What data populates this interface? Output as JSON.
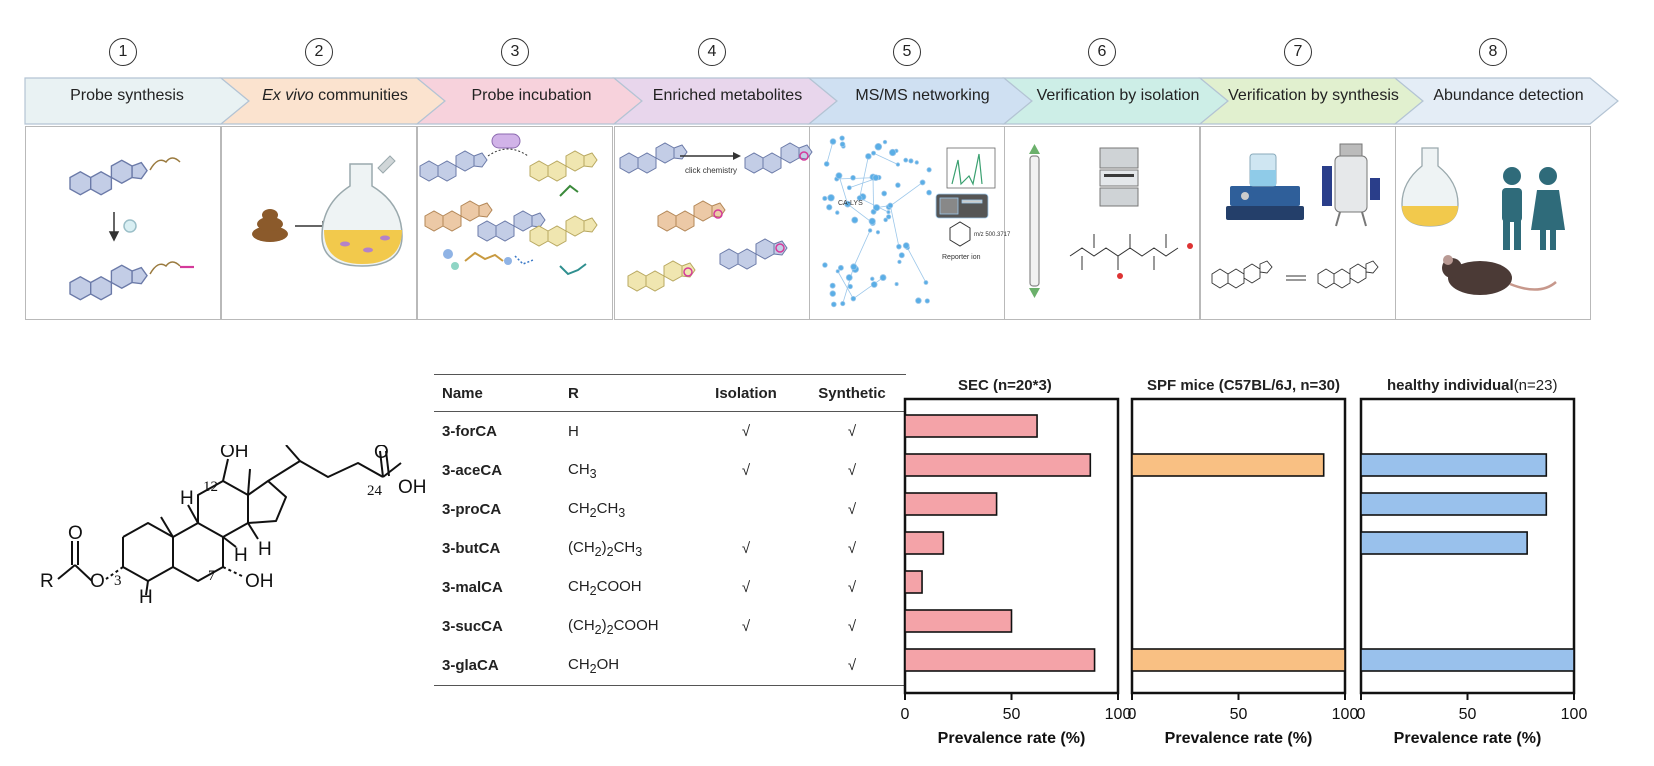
{
  "workflow": {
    "steps": [
      {
        "num": "1",
        "title": "Probe  synthesis"
      },
      {
        "num": "2",
        "title_italic": "Ex vivo",
        "title": "communities"
      },
      {
        "num": "3",
        "title": "Probe incubation"
      },
      {
        "num": "4",
        "title": "Enriched metabolites"
      },
      {
        "num": "5",
        "title": "MS/MS networking"
      },
      {
        "num": "6",
        "title": "Verification by isolation"
      },
      {
        "num": "7",
        "title": "Verification by synthesis"
      },
      {
        "num": "8",
        "title": "Abundance detection"
      }
    ],
    "colors": [
      "#e9f2f3",
      "#fbe3cf",
      "#f7d2dc",
      "#e8d6ec",
      "#cfe0f2",
      "#cdeee7",
      "#e1f0cf",
      "#e4edf6"
    ],
    "labels": {
      "click_chemistry": "click chemistry",
      "ca_lys": "CA-LYS",
      "mz": "m/z 500.3717",
      "reporter_ion": "Reporter ion"
    }
  },
  "structure": {
    "atoms": {
      "oh12": "OH",
      "oh7": "OH",
      "oh24": "OH",
      "o_keto": "O",
      "o_ester_dbl": "O",
      "o_ester": "O",
      "r": "R",
      "h8": "H",
      "h9": "H",
      "h14": "H",
      "h5": "H"
    },
    "locants": {
      "c3": "3",
      "c7": "7",
      "c12": "12",
      "c24": "24"
    }
  },
  "table": {
    "headers": [
      "Name",
      "R",
      "Isolation",
      "Synthetic"
    ],
    "rows": [
      {
        "name": "3-forCA",
        "r": "H",
        "isolation": "√",
        "synthetic": "√"
      },
      {
        "name": "3-aceCA",
        "r": "CH3",
        "isolation": "√",
        "synthetic": "√"
      },
      {
        "name": "3-proCA",
        "r": "CH2CH3",
        "isolation": "",
        "synthetic": "√"
      },
      {
        "name": "3-butCA",
        "r": "(CH2)2CH3",
        "isolation": "√",
        "synthetic": "√"
      },
      {
        "name": "3-malCA",
        "r": "CH2COOH",
        "isolation": "√",
        "synthetic": "√"
      },
      {
        "name": "3-sucCA",
        "r": "(CH2)2COOH",
        "isolation": "√",
        "synthetic": "√"
      },
      {
        "name": "3-glaCA",
        "r": "CH2OH",
        "isolation": "",
        "synthetic": "√"
      }
    ]
  },
  "chart_data": [
    {
      "type": "bar",
      "title": "SEC (n=20*3)",
      "xlabel": "Prevalence rate (%)",
      "categories": [
        "3-forCA",
        "3-aceCA",
        "3-proCA",
        "3-butCA",
        "3-malCA",
        "3-sucCA",
        "3-glaCA"
      ],
      "values": [
        62,
        87,
        43,
        18,
        8,
        50,
        89
      ],
      "xlim": [
        0,
        100
      ],
      "ticks": [
        "0",
        "50",
        "100"
      ],
      "color": "#f4a3a8"
    },
    {
      "type": "bar",
      "title": "SPF mice (C57BL/6J, n=30)",
      "xlabel": "Prevalence rate (%)",
      "categories": [
        "3-forCA",
        "3-aceCA",
        "3-proCA",
        "3-butCA",
        "3-malCA",
        "3-sucCA",
        "3-glaCA"
      ],
      "values": [
        0,
        90,
        0,
        0,
        0,
        0,
        100
      ],
      "xlim": [
        0,
        100
      ],
      "ticks": [
        "0",
        "50",
        "100"
      ],
      "color": "#f9c083"
    },
    {
      "type": "bar",
      "title": "healthy individual",
      "title_suffix": "(n=23)",
      "xlabel": "Prevalence rate (%)",
      "categories": [
        "3-forCA",
        "3-aceCA",
        "3-proCA",
        "3-butCA",
        "3-malCA",
        "3-sucCA",
        "3-glaCA"
      ],
      "values": [
        0,
        87,
        87,
        78,
        0,
        0,
        100
      ],
      "xlim": [
        0,
        100
      ],
      "ticks": [
        "0",
        "50",
        "100"
      ],
      "color": "#99c1ec"
    }
  ]
}
